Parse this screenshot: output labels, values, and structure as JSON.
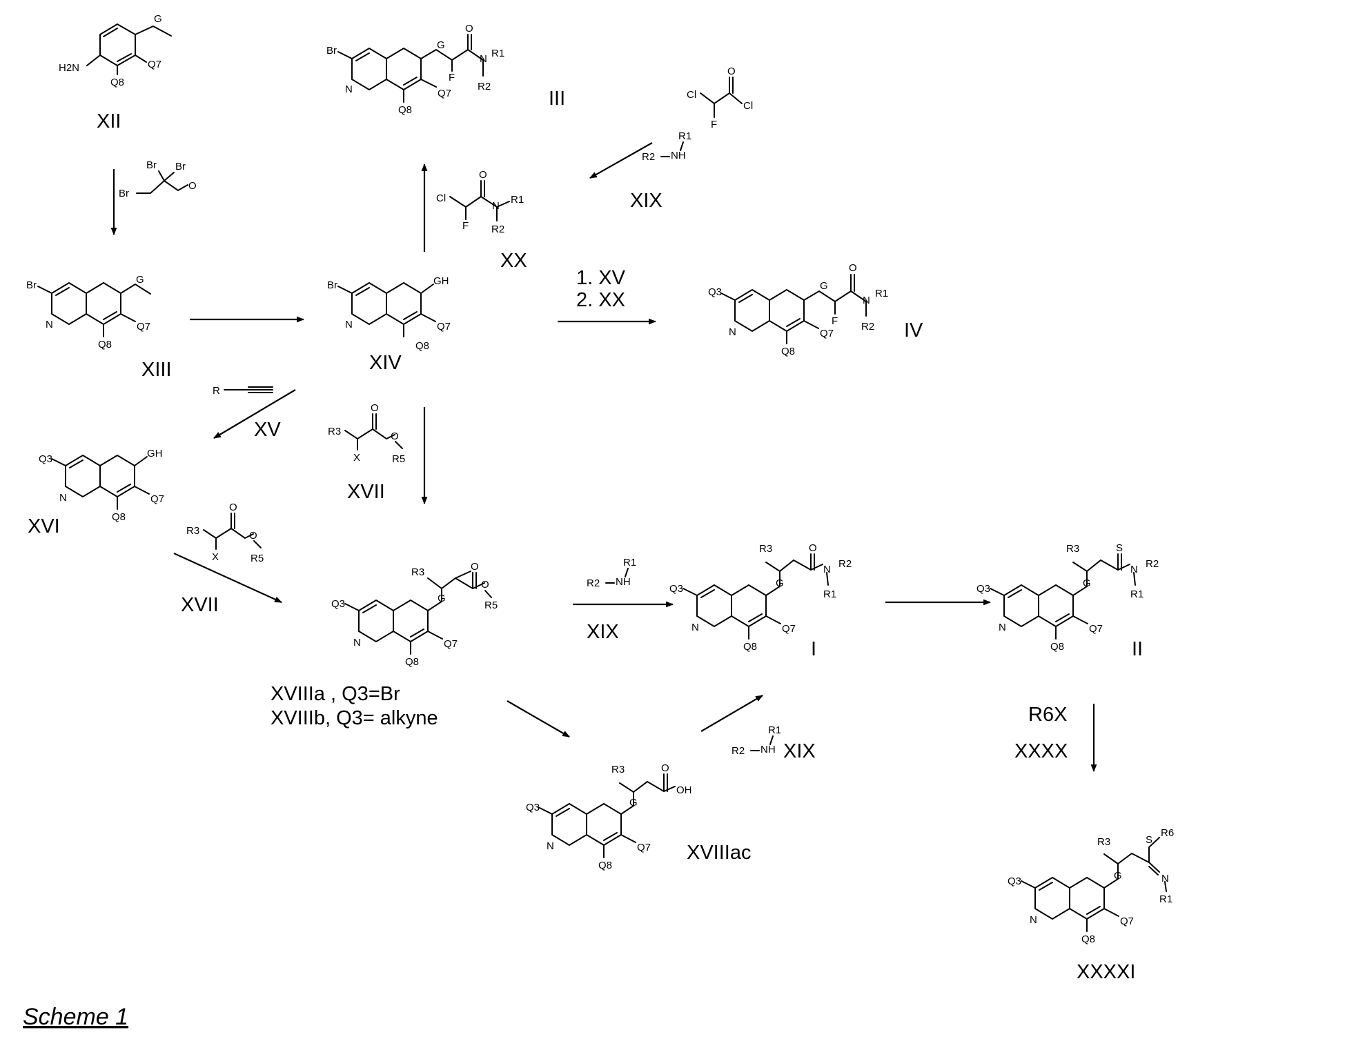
{
  "scheme_title": "Scheme 1",
  "compounds": {
    "XII": "XII",
    "III": "III",
    "XIII": "XIII",
    "XIV": "XIV",
    "XX": "XX",
    "IV": "IV",
    "XVI": "XVI",
    "XVIII": [
      "XVIIIa , Q3=Br",
      "XVIIIb, Q3= alkyne"
    ],
    "I": "I",
    "II": "II",
    "XVIIIac": "XVIIIac",
    "XXXXI": "XXXXI"
  },
  "reagents": {
    "xix_top": "XIX",
    "xv_xx_1": "1. XV",
    "xv_xx_2": "2. XX",
    "xv_label": "XV",
    "xvii_center": "XVII",
    "xvii_left": "XVII",
    "xix_mid": "XIX",
    "xix_bottom": "XIX",
    "r6x": "R6X",
    "xxxx": "XXXX"
  },
  "atoms": {
    "Br": "Br",
    "N": "N",
    "O": "O",
    "F": "F",
    "Cl": "Cl",
    "S": "S",
    "X": "X",
    "G": "G",
    "GH": "GH",
    "H2N": "H2N",
    "NH": "NH",
    "OH": "OH",
    "R": "R",
    "R1": "R1",
    "R2": "R2",
    "R3": "R3",
    "R5": "R5",
    "R6": "R6",
    "Q3": "Q3",
    "Q7": "Q7",
    "Q8": "Q8"
  },
  "colors": {
    "ink": "#000000",
    "background": "#ffffff"
  }
}
